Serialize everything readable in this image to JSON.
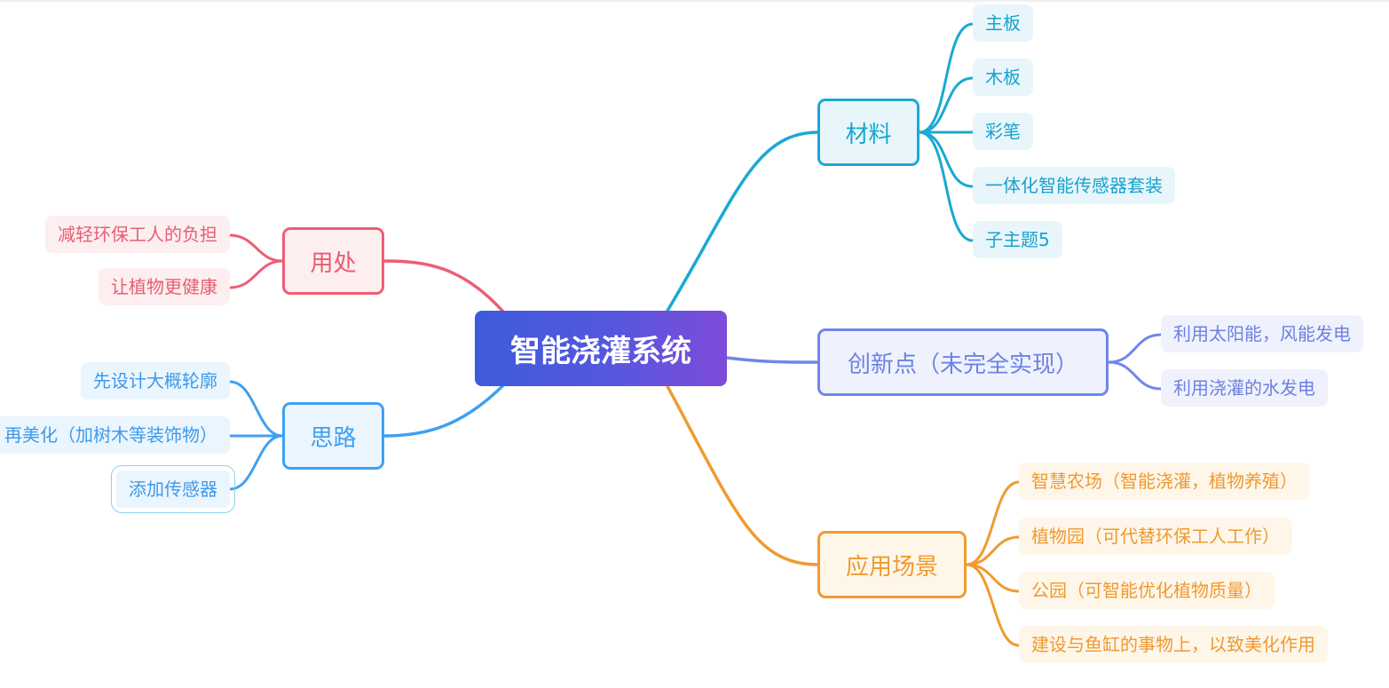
{
  "root": {
    "label": "智能浇灌系统"
  },
  "branches": {
    "materials": {
      "label": "材料",
      "children": [
        "主板",
        "木板",
        "彩笔",
        "一体化智能传感器套装",
        "子主题5"
      ]
    },
    "innovation": {
      "label": "创新点（未完全实现）",
      "children": [
        "利用太阳能，风能发电",
        "利用浇灌的水发电"
      ]
    },
    "scenarios": {
      "label": "应用场景",
      "children": [
        "智慧农场（智能浇灌，植物养殖）",
        "植物园（可代替环保工人工作）",
        "公园（可智能优化植物质量）",
        "建设与鱼缸的事物上，以致美化作用"
      ]
    },
    "uses": {
      "label": "用处",
      "children": [
        "减轻环保工人的负担",
        "让植物更健康"
      ]
    },
    "ideas": {
      "label": "思路",
      "children": [
        "先设计大概轮廓",
        "再美化（加树木等装饰物）",
        "添加传感器"
      ]
    }
  },
  "colors": {
    "root_gradient_start": "#3d5bdb",
    "root_gradient_end": "#7e4bd9",
    "materials": "#1aa9d3",
    "innovation": "#6f86ea",
    "scenarios": "#ef9b31",
    "uses": "#ec5e74",
    "ideas": "#40a0f0"
  }
}
